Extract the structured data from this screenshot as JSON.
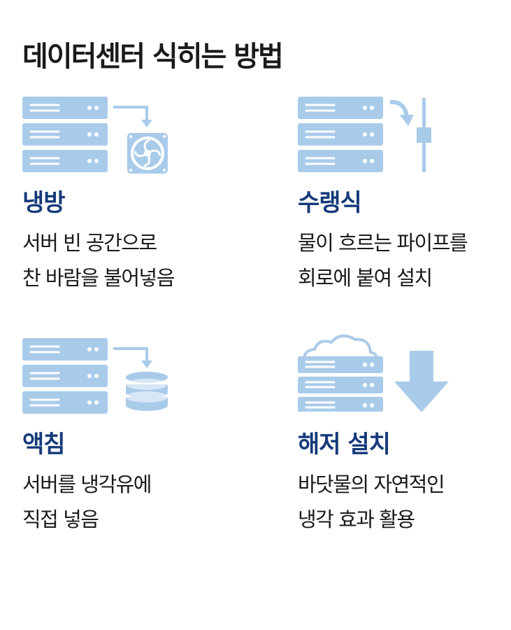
{
  "title": "데이터센터 식히는 방법",
  "colors": {
    "icon_fill": "#a9cbea",
    "label_color": "#153a7a",
    "text_color": "#1a1a1a"
  },
  "methods": [
    {
      "label": "냉방",
      "desc_lines": [
        "서버 빈 공간으로",
        "찬 바람을 불어넣음"
      ],
      "icons": [
        "server-rack-icon",
        "arrow-icon",
        "fan-icon"
      ]
    },
    {
      "label": "수랭식",
      "desc_lines": [
        "물이 흐르는 파이프를",
        "회로에 붙여 설치"
      ],
      "icons": [
        "server-rack-icon",
        "curved-arrow-icon",
        "pipe-icon"
      ]
    },
    {
      "label": "액침",
      "desc_lines": [
        "서버를 냉각유에",
        "직접 넣음"
      ],
      "icons": [
        "server-rack-icon",
        "arrow-icon",
        "oil-tank-icon"
      ]
    },
    {
      "label": "해저 설치",
      "desc_lines": [
        "바닷물의 자연적인",
        "냉각 효과 활용"
      ],
      "icons": [
        "cloud-icon",
        "server-rack-icon",
        "down-arrow-icon"
      ]
    }
  ]
}
